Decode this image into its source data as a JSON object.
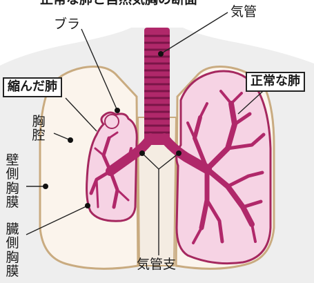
{
  "title": "正常な肺と自然気胸の断面",
  "labels": {
    "bulla": "ブラ",
    "trachea": "気管",
    "collapsed_lung": "縮んだ肺",
    "normal_lung": "正常な肺",
    "pleural_cavity": "胸腔",
    "parietal_pleura": "壁側胸膜",
    "visceral_pleura": "臓側胸膜",
    "bronchi": "気管支"
  },
  "colors": {
    "airway": "#b0286a",
    "airway_dark": "#7a1548",
    "lung_fill": "#f6d3e4",
    "lung_edge": "#a5285f",
    "cavity_fill": "#fbf4ec",
    "cavity_edge": "#c9ab80",
    "body_fill": "#eeeeee"
  }
}
